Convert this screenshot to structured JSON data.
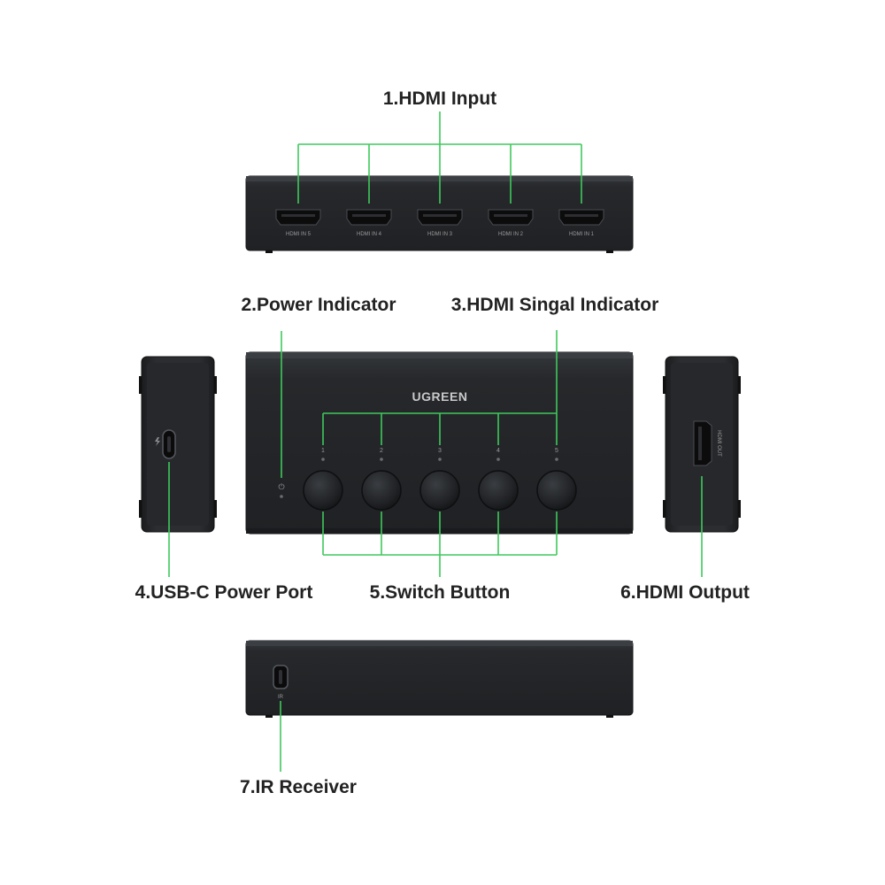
{
  "colors": {
    "accent": "#3ec95c",
    "device_body": "#26282b",
    "device_edge": "#1a1b1d"
  },
  "labels": {
    "hdmi_input": "1.HDMI Input",
    "power_indicator": "2.Power Indicator",
    "hdmi_signal_indicator": "3.HDMI Singal Indicator",
    "usbc_power_port": "4.USB-C Power Port",
    "switch_button": "5.Switch Button",
    "hdmi_output": "6.HDMI Output",
    "ir_receiver": "7.IR Receiver"
  },
  "device": {
    "brand": "UGREEN",
    "input_ports": [
      "HDMI IN 5",
      "HDMI IN 4",
      "HDMI IN 3",
      "HDMI IN 2",
      "HDMI IN 1"
    ],
    "channel_numbers": [
      "1",
      "2",
      "3",
      "4",
      "5"
    ],
    "output_port": "HDMI OUT",
    "ir_label": "IR",
    "power_symbol": "⏻"
  }
}
